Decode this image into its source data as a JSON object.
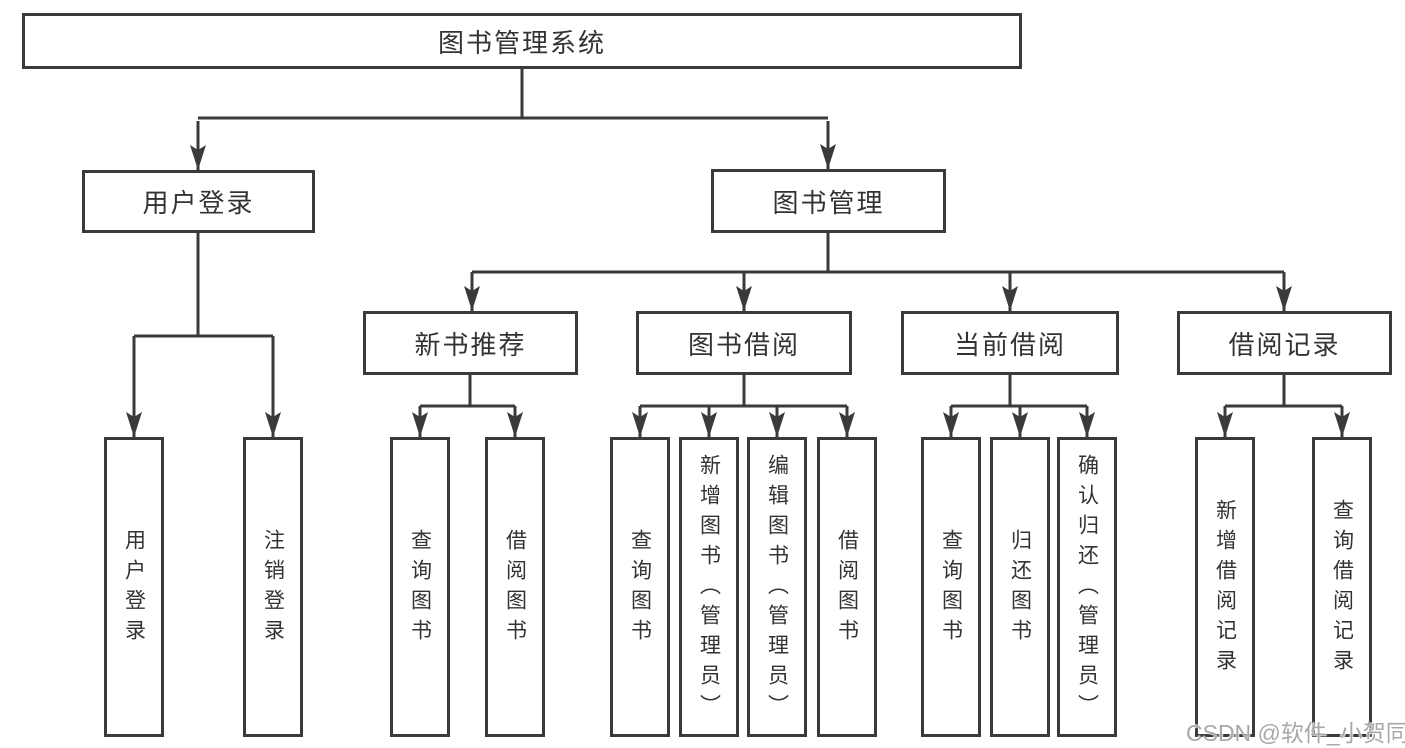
{
  "diagram_title": "图书管理系统",
  "tree": {
    "root": {
      "label": "图书管理系统"
    },
    "branches": [
      {
        "label": "用户登录",
        "children": [
          {
            "label": "用户登录"
          },
          {
            "label": "注销登录"
          }
        ]
      },
      {
        "label": "图书管理",
        "sections": [
          {
            "label": "新书推荐",
            "children": [
              {
                "label": "查询图书"
              },
              {
                "label": "借阅图书"
              }
            ]
          },
          {
            "label": "图书借阅",
            "children": [
              {
                "label": "查询图书"
              },
              {
                "label": "新增图书（管理员）"
              },
              {
                "label": "编辑图书（管理员）"
              },
              {
                "label": "借阅图书"
              }
            ]
          },
          {
            "label": "当前借阅",
            "children": [
              {
                "label": "查询图书"
              },
              {
                "label": "归还图书"
              },
              {
                "label": "确认归还（管理员）"
              }
            ]
          },
          {
            "label": "借阅记录",
            "children": [
              {
                "label": "新增借阅记录"
              },
              {
                "label": "查询借阅记录"
              }
            ]
          }
        ]
      }
    ]
  },
  "watermark": "CSDN @软件_小贺同学",
  "colors": {
    "background": "#ffffff",
    "line": "#3a3a3a",
    "box_border": "#3a3a3a",
    "text": "#333333",
    "watermark": "#a8a8a8"
  }
}
